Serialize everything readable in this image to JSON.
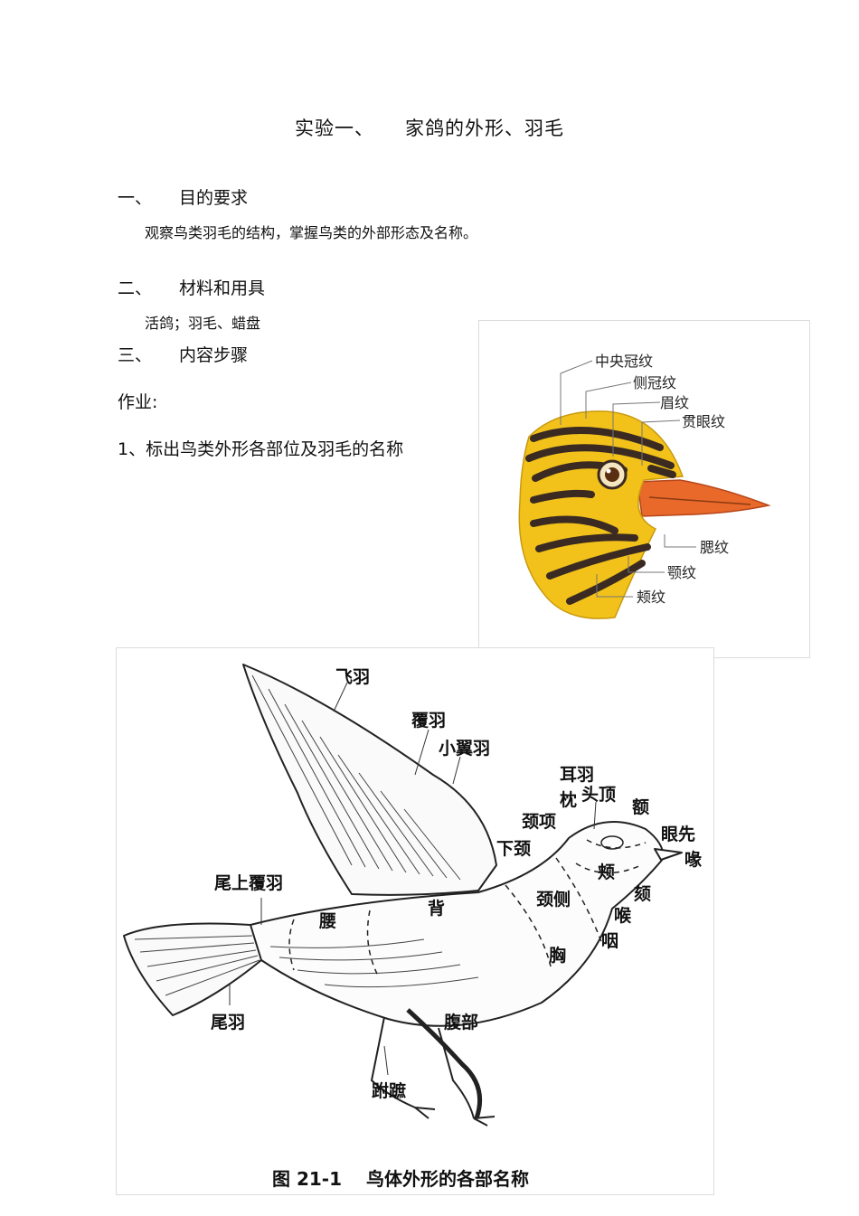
{
  "title": {
    "part1": "实验一、",
    "part2": "家鸽的外形、羽毛"
  },
  "sections": [
    {
      "num": "一、",
      "heading": "目的要求",
      "body": "观察鸟类羽毛的结构，掌握鸟类的外部形态及名称。"
    },
    {
      "num": "二、",
      "heading": "材料和用具",
      "body": "活鸽；羽毛、蜡盘"
    },
    {
      "num": "三、",
      "heading": "内容步骤"
    }
  ],
  "homework": {
    "label": "作业:",
    "item1": "1、标出鸟类外形各部位及羽毛的名称"
  },
  "head_figure": {
    "labels": [
      "中央冠纹",
      "侧冠纹",
      "眉纹",
      "贯眼纹",
      "腮纹",
      "颚纹",
      "颊纹"
    ],
    "colors": {
      "head": "#f2c21a",
      "stripe": "#3a2a22",
      "beak": "#e8692a"
    }
  },
  "body_figure": {
    "labels": {
      "fly": "飞羽",
      "cover": "覆羽",
      "small_wing": "小翼羽",
      "ear": "耳羽",
      "nape": "枕",
      "crown": "头顶",
      "forehead": "额",
      "lore": "眼先",
      "beak": "喙",
      "neck_top": "颈项",
      "lower_neck": "下颈",
      "cheek": "颊",
      "chin": "颏",
      "throat": "喉",
      "pharynx": "咽",
      "neck_side": "颈侧",
      "chest": "胸",
      "back": "背",
      "rump": "腰",
      "upper_tail_cover": "尾上覆羽",
      "tail": "尾羽",
      "belly": "腹部",
      "tarsus": "跗蹠"
    },
    "caption": {
      "num": "图 21-1",
      "text": "鸟体外形的各部名称"
    }
  }
}
